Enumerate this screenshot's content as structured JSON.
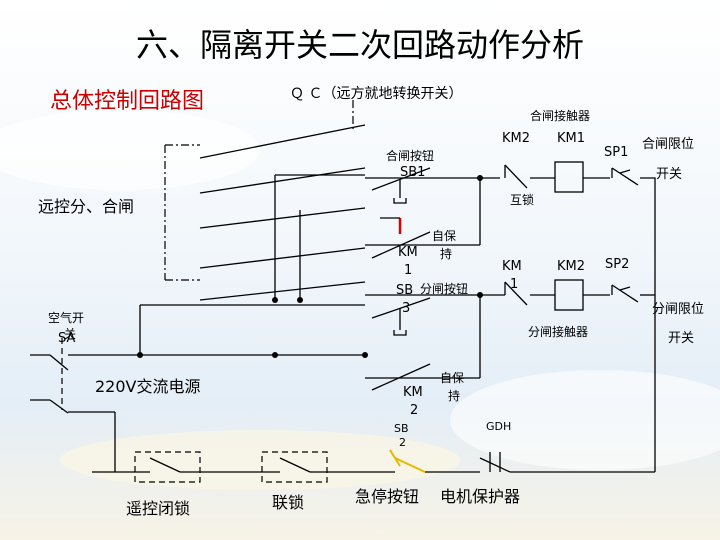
{
  "title": "六、隔离开关二次回路动作分析",
  "subtitle": "总体控制回路图",
  "colors": {
    "title": "#000000",
    "subtitle": "#cc0000",
    "red_contact": "#dd0000",
    "green_contact": "#2e7d32",
    "yellow_contact": "#e6b800"
  },
  "labels": {
    "qc": "Ｑ Ｃ（远方就地转换开关）",
    "close_contactor": "合闸接触器",
    "km2_top": "KM2",
    "km1_top": "KM1",
    "sp1": "SP1",
    "close_limit_1": "合闸限位",
    "close_limit_2": "开关",
    "close_button": "合闸按钮",
    "sb1": "SB1",
    "interlock": "互锁",
    "remote": "远控分、合闸",
    "self_hold_1a": "自保",
    "self_hold_1b": "持",
    "km1_mid_a": "KM",
    "km1_mid_b": "1",
    "km1_row2_a": "KM",
    "km1_row2_b": "1",
    "km2_row2": "KM2",
    "sp2": "SP2",
    "sb3_a": "SB",
    "sb3_b": "3",
    "open_button": "分闸按钮",
    "open_contactor": "分闸接触器",
    "open_limit_1": "分闸限位",
    "open_limit_2": "开关",
    "air_switch_1": "空气开",
    "air_switch_2": "关",
    "sa": "SA",
    "power": "220V交流电源",
    "self_hold_2a": "自保",
    "self_hold_2b": "持",
    "km2_low_a": "KM",
    "km2_low_b": "2",
    "sb2_a": "SB",
    "sb2_b": "2",
    "gdh": "GDH",
    "remote_lock": "遥控闭锁",
    "interlock2": "联锁",
    "emergency_stop": "急停按钮",
    "motor_protector": "电机保护器"
  }
}
